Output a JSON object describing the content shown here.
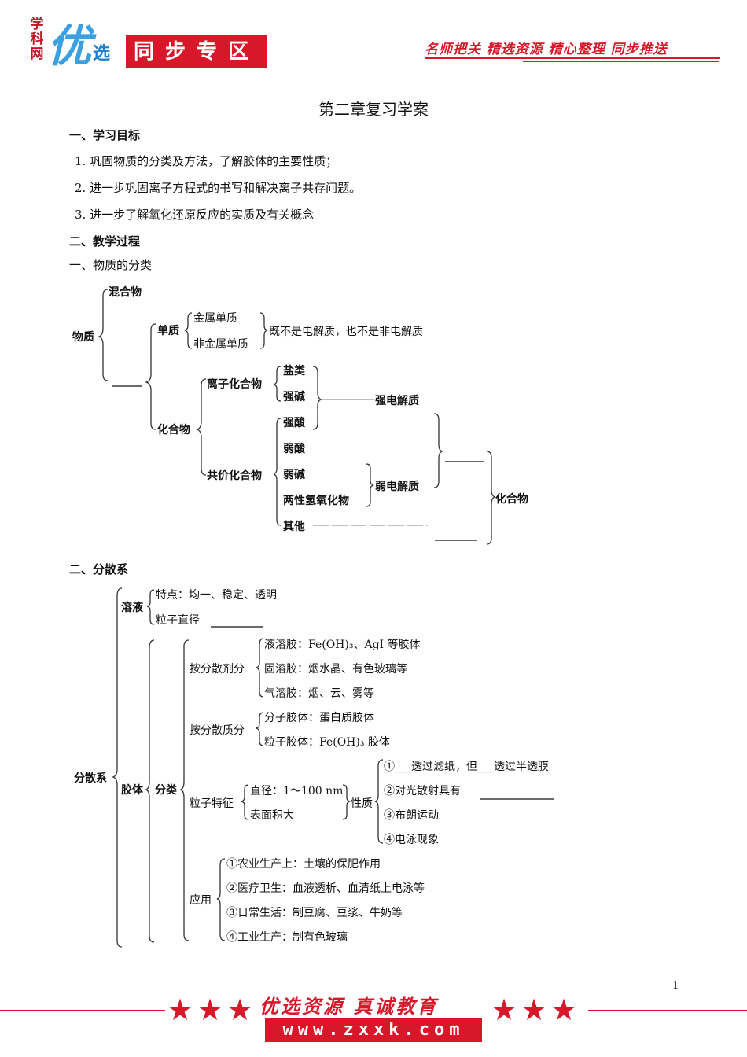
{
  "header": {
    "logo_side": "学科网",
    "logo_big": "优",
    "logo_small": "选",
    "section_box": "同步专区",
    "slogan": "名师把关  精选资源  精心整理  同步推送"
  },
  "title": "第二章复习学案",
  "section1": {
    "heading": "一、学习目标",
    "items": [
      "1.  巩固物质的分类及方法，了解胶体的主要性质；",
      "2.  进一步巩固离子方程式的书写和解决离子共存问题。",
      "3.  进一步了解氧化还原反应的实质及有关概念"
    ]
  },
  "section2": {
    "heading": "二、教学过程",
    "sub1": "一、物质的分类"
  },
  "classification": {
    "root": "物质",
    "mixture": "混合物",
    "blank_pure": "_ _ _",
    "element": "单质",
    "metal": "金属单质",
    "nonmetal": "非金属单质",
    "element_note": "既不是电解质，也不是非电解质",
    "compound": "化合物",
    "ionic": "离子化合物",
    "covalent": "共价化合物",
    "salt": "盐类",
    "strong_base": "强碱",
    "strong_acid": "强酸",
    "weak_acid": "弱酸",
    "weak_base": "弱碱",
    "amphoteric": "两性氢氧化物",
    "other": "其他",
    "strong_electrolyte": "强电解质",
    "weak_electrolyte": "弱电解质",
    "compound_right": "化合物"
  },
  "dispersion": {
    "heading": "二、分散系",
    "root": "分散系",
    "solution": "溶液",
    "sol_feature": "特点：均一、稳定、透明",
    "sol_diameter": "粒子直径",
    "colloid": "胶体",
    "classify": "分类",
    "by_medium": "按分散剂分",
    "liquid_sol": "液溶胶：Fe(OH)₃、AgI 等胶体",
    "solid_sol": "固溶胶：烟水晶、有色玻璃等",
    "gas_sol": "气溶胶：烟、云、雾等",
    "by_phase": "按分散质分",
    "molecular": "分子胶体：蛋白质胶体",
    "particle_colloid": "粒子胶体：Fe(OH)₃ 胶体",
    "particle_feature": "粒子特征",
    "diameter": "直径：1～100 nm",
    "surface": "表面积大",
    "properties": "性质",
    "prop1": "①___透过滤纸，但___透过半透膜",
    "prop2": "②对光散射具有",
    "prop3": "③布朗运动",
    "prop4": "④电泳现象",
    "application": "应用",
    "app1": "①农业生产上：土壤的保肥作用",
    "app2": "②医疗卫生：血液透析、血清纸上电泳等",
    "app3": "③日常生活：制豆腐、豆浆、牛奶等",
    "app4": "④工业生产：制有色玻璃"
  },
  "page_number": "1",
  "footer": {
    "slogan": "优选资源  真诚教育",
    "url": "www.zxxk.com"
  },
  "colors": {
    "brand_red": "#d8182a",
    "logo_blue": "#3aa0e0"
  }
}
